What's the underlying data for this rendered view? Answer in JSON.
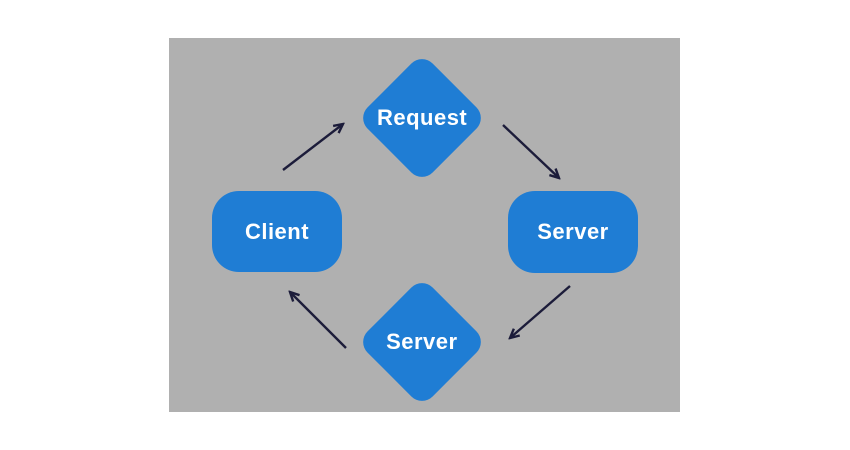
{
  "diagram": {
    "type": "flow-cycle",
    "nodes": [
      {
        "id": "request",
        "label": "Request",
        "shape": "diamond",
        "position": "top"
      },
      {
        "id": "server-right",
        "label": "Server",
        "shape": "rounded-rectangle",
        "position": "right"
      },
      {
        "id": "server-bottom",
        "label": "Server",
        "shape": "diamond",
        "position": "bottom"
      },
      {
        "id": "client",
        "label": "Client",
        "shape": "rounded-rectangle",
        "position": "left"
      }
    ],
    "edges": [
      {
        "from": "client",
        "to": "request",
        "style": "arrow"
      },
      {
        "from": "request",
        "to": "server-right",
        "style": "arrow"
      },
      {
        "from": "server-right",
        "to": "server-bottom",
        "style": "arrow"
      },
      {
        "from": "server-bottom",
        "to": "client",
        "style": "arrow"
      }
    ],
    "colors": {
      "node_fill": "#1f7dd4",
      "node_text": "#ffffff",
      "arrow": "#1c1c3a",
      "panel_background": "#b0b0b0",
      "page_background": "#ffffff"
    }
  }
}
